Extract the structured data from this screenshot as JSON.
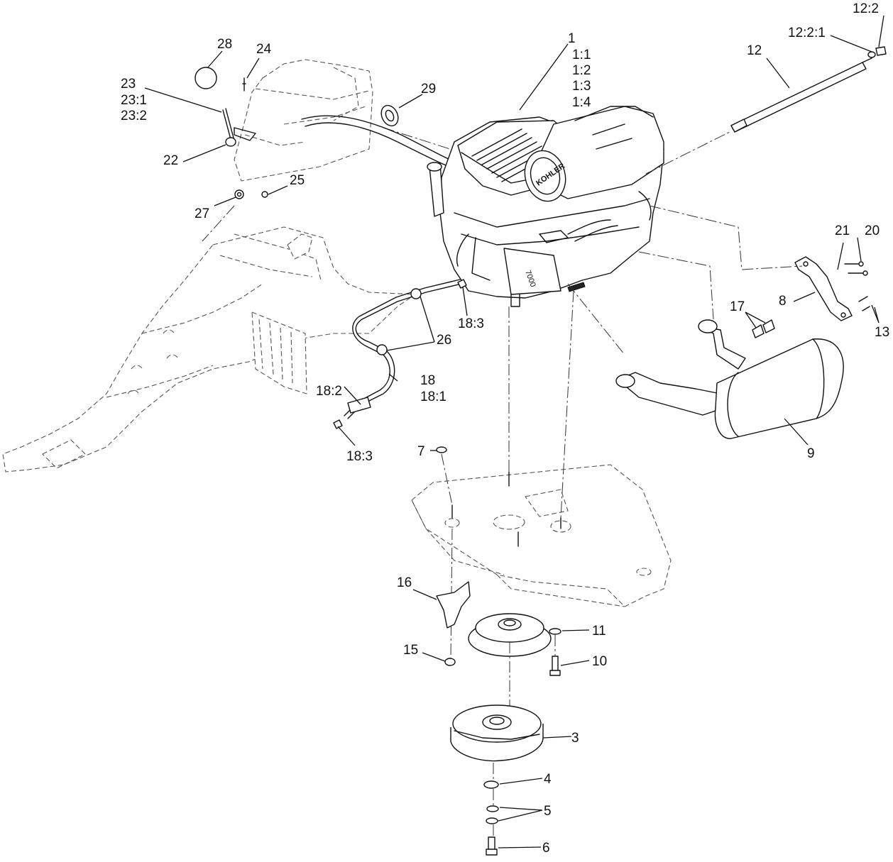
{
  "diagram": {
    "type": "exploded-parts-diagram",
    "callouts": [
      {
        "id": "c1",
        "label": "1"
      },
      {
        "id": "c1_1",
        "label": "1:1"
      },
      {
        "id": "c1_2",
        "label": "1:2"
      },
      {
        "id": "c1_3",
        "label": "1:3"
      },
      {
        "id": "c1_4",
        "label": "1:4"
      },
      {
        "id": "c3",
        "label": "3"
      },
      {
        "id": "c4",
        "label": "4"
      },
      {
        "id": "c5",
        "label": "5"
      },
      {
        "id": "c6",
        "label": "6"
      },
      {
        "id": "c7",
        "label": "7"
      },
      {
        "id": "c8",
        "label": "8"
      },
      {
        "id": "c9",
        "label": "9"
      },
      {
        "id": "c10",
        "label": "10"
      },
      {
        "id": "c11",
        "label": "11"
      },
      {
        "id": "c12",
        "label": "12"
      },
      {
        "id": "c12_2",
        "label": "12:2"
      },
      {
        "id": "c12_2_1",
        "label": "12:2:1"
      },
      {
        "id": "c13",
        "label": "13"
      },
      {
        "id": "c15",
        "label": "15"
      },
      {
        "id": "c16",
        "label": "16"
      },
      {
        "id": "c17",
        "label": "17"
      },
      {
        "id": "c18",
        "label": "18"
      },
      {
        "id": "c18_1",
        "label": "18:1"
      },
      {
        "id": "c18_2",
        "label": "18:2"
      },
      {
        "id": "c18_3a",
        "label": "18:3"
      },
      {
        "id": "c18_3b",
        "label": "18:3"
      },
      {
        "id": "c20",
        "label": "20"
      },
      {
        "id": "c21",
        "label": "21"
      },
      {
        "id": "c22",
        "label": "22"
      },
      {
        "id": "c23",
        "label": "23"
      },
      {
        "id": "c23_1",
        "label": "23:1"
      },
      {
        "id": "c23_2",
        "label": "23:2"
      },
      {
        "id": "c24",
        "label": "24"
      },
      {
        "id": "c25",
        "label": "25"
      },
      {
        "id": "c26",
        "label": "26"
      },
      {
        "id": "c27",
        "label": "27"
      },
      {
        "id": "c28",
        "label": "28"
      },
      {
        "id": "c29",
        "label": "29"
      }
    ],
    "brand_marks": {
      "engine_logo": "KOHLER",
      "engine_series": "7000"
    }
  }
}
